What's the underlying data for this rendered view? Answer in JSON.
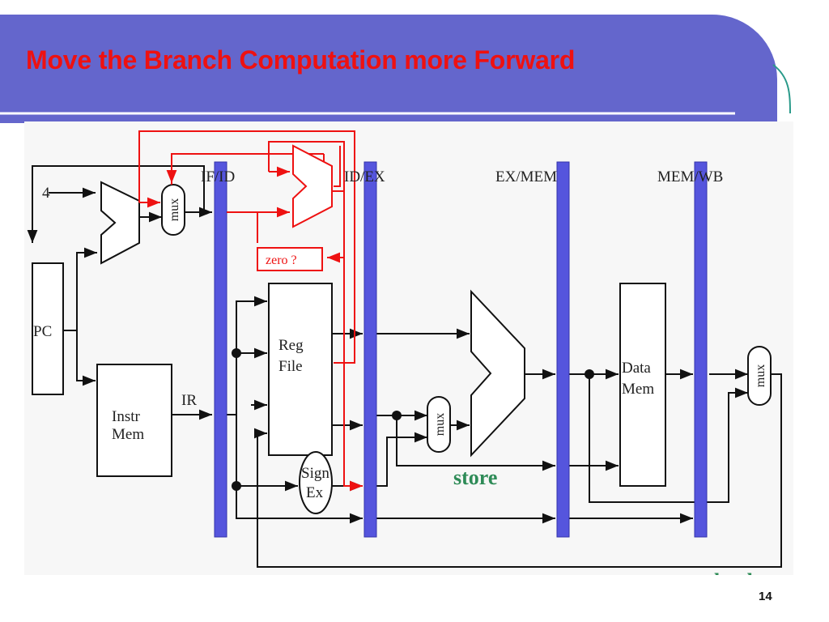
{
  "slide": {
    "title": "Move the Branch Computation more Forward",
    "page_number": "14",
    "colors": {
      "header_band": "#6466cc",
      "title_text": "#ee1111",
      "pipeline_register": "#5555dd",
      "branch_path": "#ee1111",
      "annotation_text": "#2e8b57",
      "diagram_background": "#f7f7f7"
    }
  },
  "diagram": {
    "pipeline_registers": [
      "IF/ID",
      "ID/EX",
      "EX/MEM",
      "MEM/WB"
    ],
    "blocks": {
      "pc": "PC",
      "instr_mem": [
        "Instr",
        "Mem"
      ],
      "reg_file": [
        "Reg",
        "File"
      ],
      "sign_ext": [
        "Sign",
        "Ex"
      ],
      "data_mem": [
        "Data",
        "Mem"
      ],
      "zero_test": "zero ?",
      "mux": "mux"
    },
    "labels": {
      "constant_four": "4",
      "ir": "IR"
    },
    "annotations": {
      "store": "store",
      "load": "load"
    }
  }
}
